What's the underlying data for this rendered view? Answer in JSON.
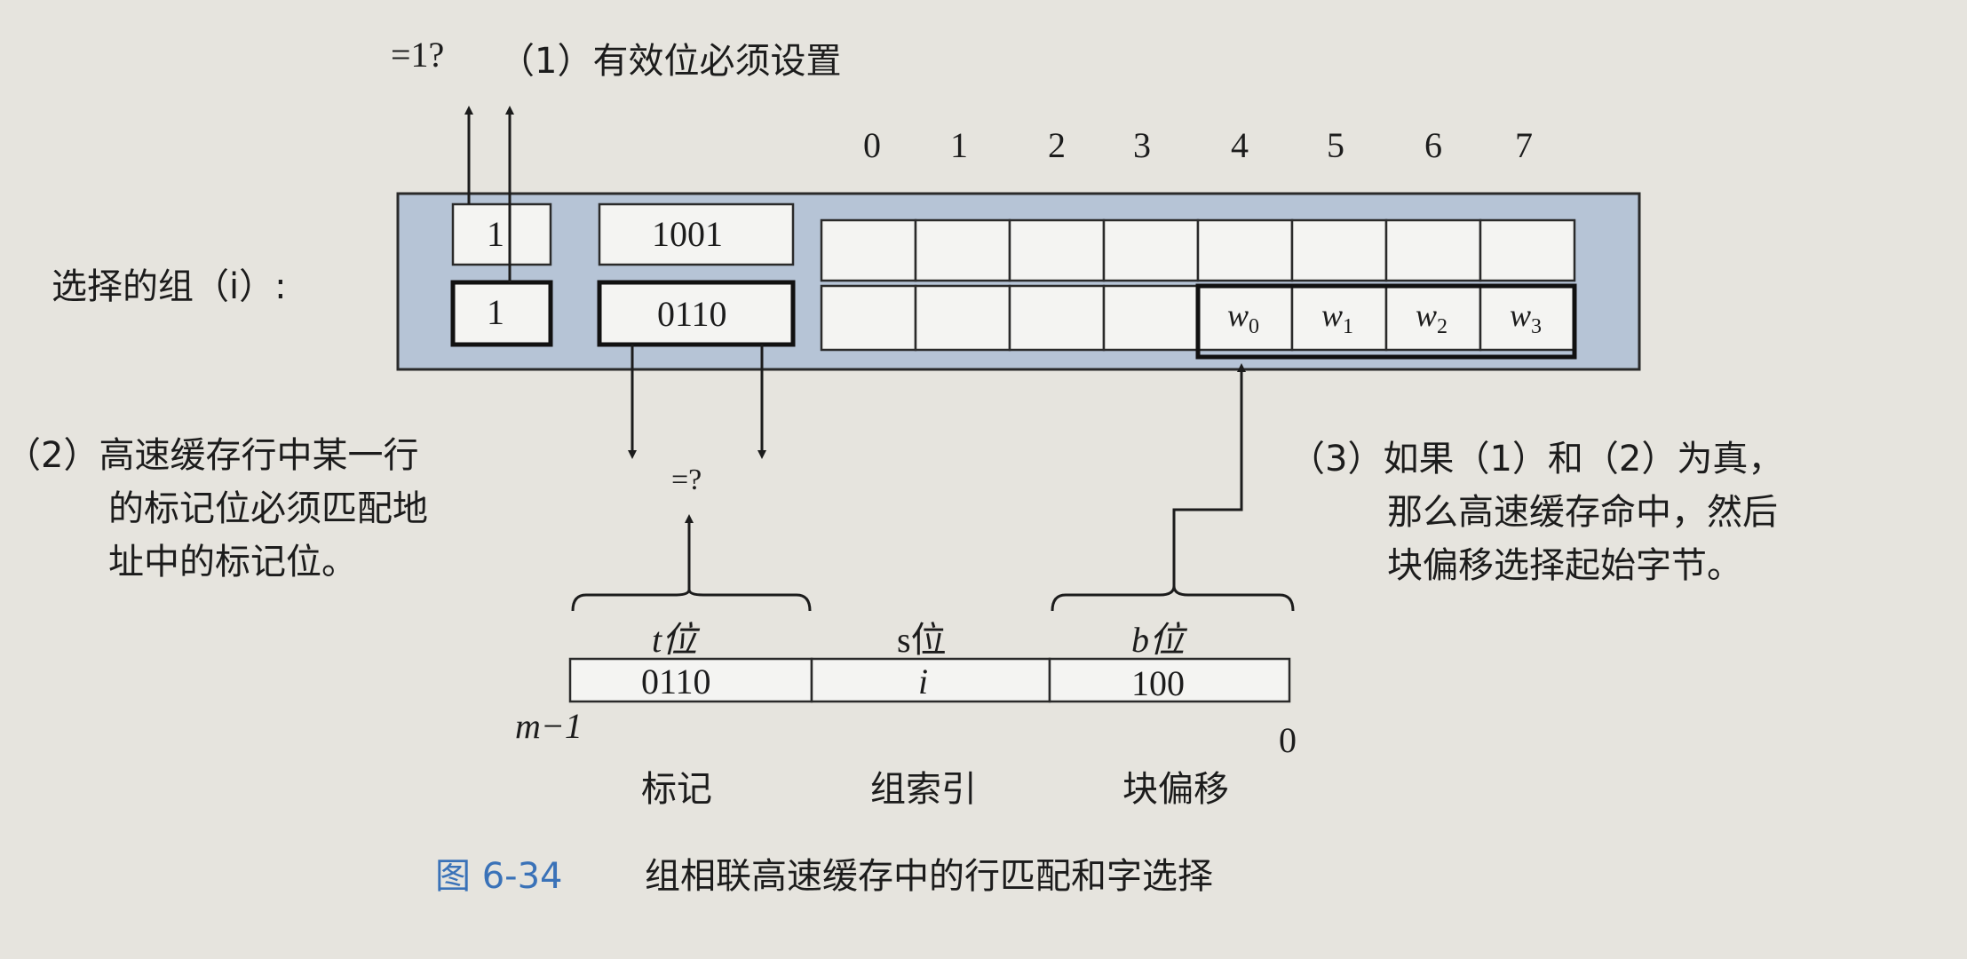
{
  "top": {
    "valid_check": "=1?",
    "note1": "（1）有效位必须设置"
  },
  "column_indices": [
    "0",
    "1",
    "2",
    "3",
    "4",
    "5",
    "6",
    "7"
  ],
  "set_label": "选择的组（i）:",
  "lines": [
    {
      "valid": "1",
      "tag": "1001",
      "words": [
        "",
        "",
        "",
        "",
        "",
        "",
        "",
        ""
      ]
    },
    {
      "valid": "1",
      "tag": "0110",
      "words": [
        "",
        "",
        "",
        "",
        "w",
        "w",
        "w",
        "w"
      ],
      "subs": [
        "",
        "",
        "",
        "",
        "0",
        "1",
        "2",
        "3"
      ]
    }
  ],
  "note2": [
    "（2）高速缓存行中某一行",
    "的标记位必须匹配地",
    "址中的标记位。"
  ],
  "tag_compare": "=?",
  "note3": [
    "（3）如果（1）和（2）为真，",
    "那么高速缓存命中，然后",
    "块偏移选择起始字节。"
  ],
  "address": {
    "field_headers": [
      "t位",
      "s位",
      "b位"
    ],
    "fields": [
      "0110",
      "i",
      "100"
    ],
    "msb": "m−1",
    "lsb": "0",
    "field_names": [
      "标记",
      "组索引",
      "块偏移"
    ]
  },
  "caption": {
    "number": "图 6-34",
    "text": "组相联高速缓存中的行匹配和字选择"
  },
  "colors": {
    "panel": "#b6c4d6",
    "caption_number": "#3a72b8"
  }
}
